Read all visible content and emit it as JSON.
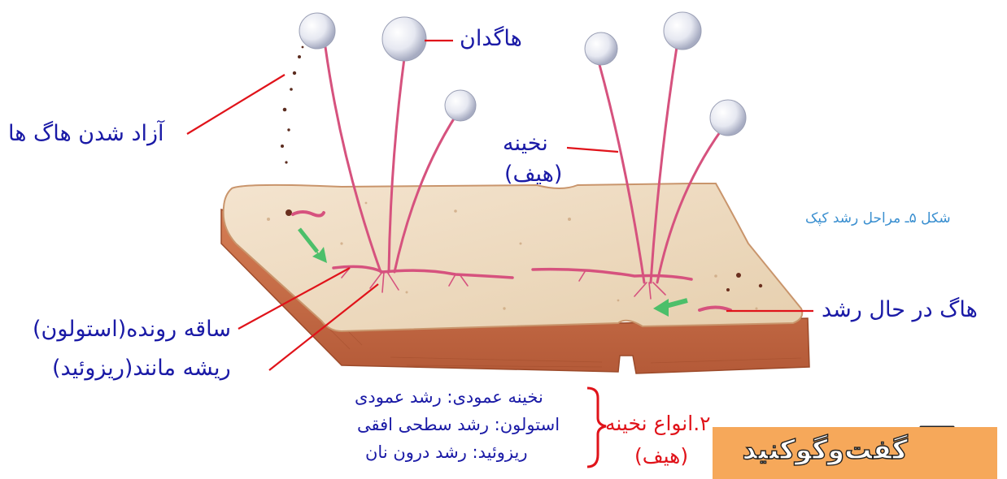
{
  "labels": {
    "sporangium": "هاگدان",
    "spore_release": "آزاد شدن هاگ ها",
    "hypha_line1": "نخینه",
    "hypha_line2": "(هیف)",
    "figure_caption": "شکل ۵ـ مراحل رشد کپک",
    "stolon": "ساقه رونده(استولون)",
    "rhizoid": "ریشه مانند(ریزوئید)",
    "growing_spore": "هاگ در حال رشد"
  },
  "hypha_types": {
    "title_line1": "۲.انواع نخینه",
    "title_line2": "(هیف)",
    "items": [
      "نخینه عمودی: رشد عمودی",
      "استولون: رشد سطحی افقی",
      "ریزوئید: رشد درون نان"
    ]
  },
  "discussion_box": {
    "title": "گفت‌وگوکنید",
    "icon": "speech-bubbles-icon"
  },
  "colors": {
    "label_blue": "#1a1aa6",
    "pointer_red": "#e0131a",
    "caption_blue": "#3a8fd0",
    "hyphae_pink": "#d6527e",
    "bread_crust": "#c8704a",
    "bread_crumb": "#efd9bf",
    "discussion_orange": "#f6a85a"
  }
}
